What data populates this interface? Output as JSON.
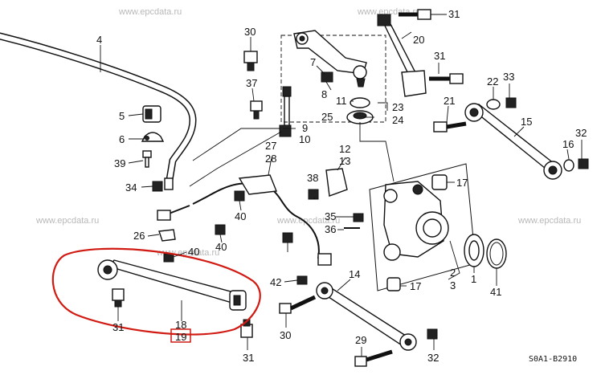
{
  "watermarks": [
    "www.epcdata.ru",
    "www.epcdata.ru",
    "www.epcdata.ru",
    "www.epcdata.ru",
    "www.epcdata.ru",
    "www.epcdata.ru"
  ],
  "diagram_code": "S0A1-B2910",
  "callouts": {
    "c1": "1",
    "c2": "2",
    "c3": "3",
    "c4": "4",
    "c5": "5",
    "c6": "6",
    "c7": "7",
    "c8": "8",
    "c9": "9",
    "c10": "10",
    "c11": "11",
    "c12": "12",
    "c13": "13",
    "c14": "14",
    "c15": "15",
    "c16": "16",
    "c17a": "17",
    "c17b": "17",
    "c18": "18",
    "c19": "19",
    "c20": "20",
    "c21": "21",
    "c22": "22",
    "c23": "23",
    "c24": "24",
    "c25": "25",
    "c26": "26",
    "c27": "27",
    "c28": "28",
    "c29": "29",
    "c30a": "30",
    "c30b": "30",
    "c31a": "31",
    "c31b": "31",
    "c31c": "31",
    "c31d": "31",
    "c32a": "32",
    "c32b": "32",
    "c33": "33",
    "c34": "34",
    "c35": "35",
    "c36": "36",
    "c37": "37",
    "c38": "38",
    "c39": "39",
    "c40a": "40",
    "c40b": "40",
    "c40c": "40",
    "c41": "41",
    "c42": "42"
  },
  "highlight": {
    "color": "#d01a12",
    "part_number": "18",
    "note": ""
  }
}
